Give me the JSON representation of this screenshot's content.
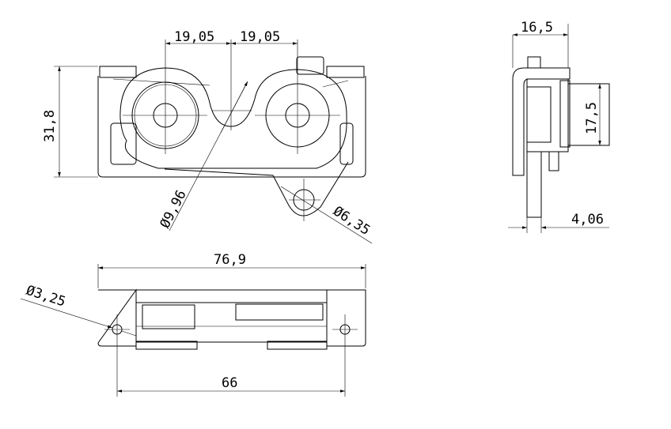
{
  "drawing": {
    "front_view": {
      "dims": {
        "left_spacing": "19,05",
        "right_spacing": "19,05",
        "height": "31,8",
        "roller_diameter": "Ø9,96",
        "pin_diameter": "Ø6,35"
      }
    },
    "side_view": {
      "dims": {
        "depth": "16,5",
        "roller_height": "17,5",
        "tab_thickness": "4,06"
      }
    },
    "bottom_view": {
      "dims": {
        "overall_length": "76,9",
        "hole_spacing": "66",
        "hole_diameter": "Ø3,25"
      }
    }
  }
}
